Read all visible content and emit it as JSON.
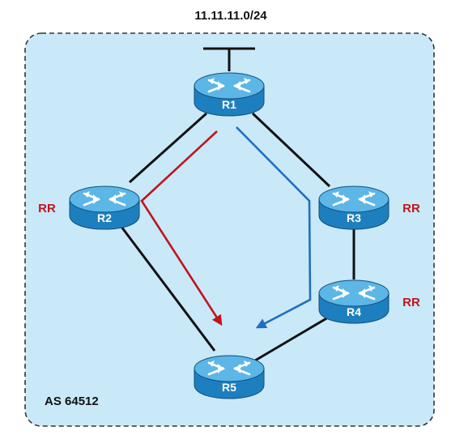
{
  "network": {
    "prefix": "11.11.11.0/24",
    "as_label": "AS 64512"
  },
  "routers": [
    {
      "id": "R1",
      "label": "R1",
      "role": ""
    },
    {
      "id": "R2",
      "label": "R2",
      "role": "RR"
    },
    {
      "id": "R3",
      "label": "R3",
      "role": "RR"
    },
    {
      "id": "R4",
      "label": "R4",
      "role": "RR"
    },
    {
      "id": "R5",
      "label": "R5",
      "role": ""
    }
  ],
  "links": [
    [
      "R1",
      "R2"
    ],
    [
      "R1",
      "R3"
    ],
    [
      "R3",
      "R4"
    ],
    [
      "R2",
      "R5"
    ],
    [
      "R4",
      "R5"
    ]
  ],
  "route_paths": [
    {
      "color": "#c0151b",
      "hops": [
        "R1",
        "R2",
        "R5"
      ]
    },
    {
      "color": "#1f6fc0",
      "hops": [
        "R1",
        "R3",
        "R5"
      ]
    }
  ],
  "colors": {
    "area_fill": "#c9e9f9",
    "router_body": "#1e7fbf",
    "router_top": "#5cb6e6",
    "rr_label": "#c0151b",
    "link": "#111111"
  },
  "icons": {
    "router": "router-icon",
    "attachment": "network-attachment-icon"
  }
}
